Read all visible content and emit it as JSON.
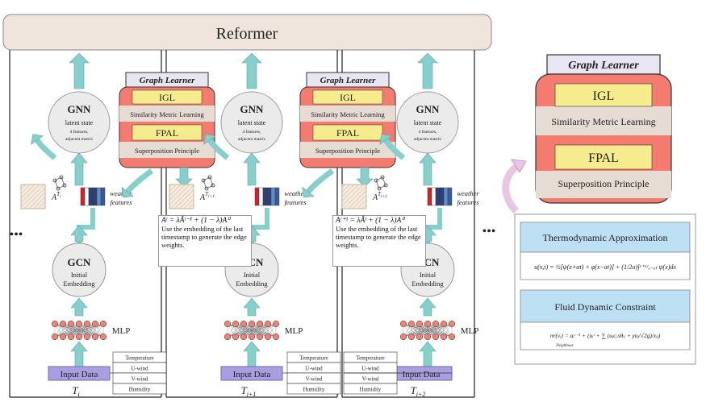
{
  "top_banner": "Reformer",
  "ellipsis": "•••",
  "blocks": [
    {
      "gl_title": "Graph Learner",
      "igl": "IGL",
      "sml": "Similarity Metric Learning",
      "fpal": "FPAL",
      "sp": "Superposition Principle",
      "gnn_title": "GNN",
      "gnn_sub1": "latent state",
      "gnn_sub2": "4 features,",
      "gnn_sub3": "adjacent matrix",
      "adj_label": "A",
      "adj_sup": "T",
      "adj_sub": "i",
      "weather1": "weather",
      "weather2": "features",
      "gcn_title": "GCN",
      "gcn_sub1": "Initial",
      "gcn_sub2": "Embedding",
      "mlp": "MLP",
      "input": "Input Data",
      "t_main": "T",
      "t_sub": "i",
      "features": [
        "Temperature",
        "U-wind",
        "V-wind",
        "Humidity"
      ]
    },
    {
      "gl_title": "Graph Learner",
      "igl": "IGL",
      "sml": "Similarity Metric Learning",
      "fpal": "FPAL",
      "sp": "Superposition Principle",
      "gnn_title": "GNN",
      "gnn_sub1": "latent state",
      "gnn_sub2": "4 features,",
      "gnn_sub3": "adjacent matrix",
      "adj_label": "A",
      "adj_sup": "T",
      "adj_sub": "i+1",
      "weather1": "weather",
      "weather2": "features",
      "gcn_title": "GCN",
      "gcn_sub1": "Initial",
      "gcn_sub2": "Embedding",
      "mlp": "MLP",
      "input": "Input Data",
      "t_main": "T",
      "t_sub": "i+1",
      "features": [
        "Temperature",
        "U-wind",
        "V-wind",
        "Humidity"
      ],
      "eq": "Aᵗ = λÂᵗ⁻¹ + (1 − λ)A⁰",
      "eq_note": "Use the embedding of the last timestamp to generate the edge weights."
    },
    {
      "gl_title": null,
      "gnn_title": "GNN",
      "gnn_sub1": "latent state",
      "gnn_sub2": "4 features,",
      "gnn_sub3": "adjacent matrix",
      "adj_label": "A",
      "adj_sup": "T",
      "adj_sub": "i+2",
      "weather1": "weather",
      "weather2": "features",
      "gcn_title": "GCN",
      "gcn_sub1": "Initial",
      "gcn_sub2": "Embedding",
      "mlp": "MLP",
      "input": "Input Data",
      "t_main": "T",
      "t_sub": "i+2",
      "features": [
        "Temperature",
        "U-wind",
        "V-wind",
        "Humidity"
      ],
      "eq": "Aᵗ⁺¹ = λÂᵗ + (1 − λ)A⁰",
      "eq_note": "Use the embedding of the last timestamp to generate the edge weights."
    }
  ],
  "legend": {
    "title": "Graph Learner",
    "igl": "IGL",
    "sml": "Similarity Metric Learning",
    "fpal": "FPAL",
    "sp": "Superposition Principle"
  },
  "constraints": {
    "thermo_title": "Thermodynamic Approximation",
    "thermo_eq": "u(x,t) = ½[ψ(x+αt) + φ(x−αt)] + (1/2α)∫ˣ⁺ᵅᵗₓ₋ₐₜ ψ(x)dx",
    "fluid_title": "Fluid Dynamic Constraint",
    "fluid_eq": "mᵗ(vᵢ) = aᵢᵗ⁻¹ + (uᵢᵗ + ∑ (uⱼcₒsθᵢⱼ + γuⱼ/√2g)/xᵢⱼ)",
    "fluid_sum_sub": "Neighbour"
  },
  "colors": {
    "banner_fill": "#efe5dc",
    "gl_red": "#f47b6f",
    "gl_yellow": "#f6ec8e",
    "gl_beige": "#e7dcd3",
    "teal_arrow": "#86cfca",
    "input_fill": "#a99fe0",
    "mlp_node": "#ef8275",
    "constraint_blue": "#bde0f5",
    "pink_arrow": "#e9c6e3"
  }
}
